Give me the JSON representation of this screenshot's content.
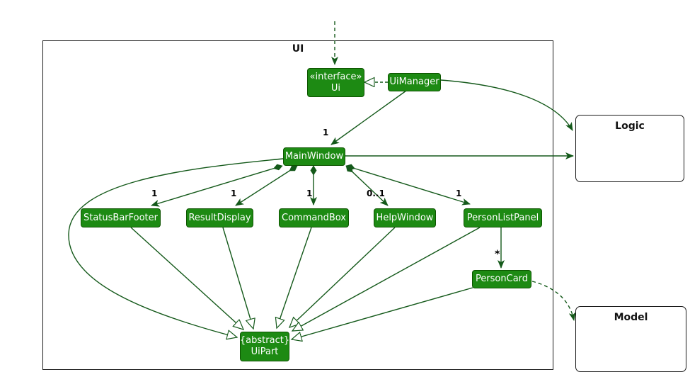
{
  "frame": {
    "label": "UI"
  },
  "classes": {
    "ui_interface": {
      "stereotype": "«interface»",
      "name": "Ui"
    },
    "ui_manager": {
      "name": "UiManager"
    },
    "main_window": {
      "name": "MainWindow"
    },
    "status_bar_footer": {
      "name": "StatusBarFooter"
    },
    "result_display": {
      "name": "ResultDisplay"
    },
    "command_box": {
      "name": "CommandBox"
    },
    "help_window": {
      "name": "HelpWindow"
    },
    "person_list_panel": {
      "name": "PersonListPanel"
    },
    "person_card": {
      "name": "PersonCard"
    },
    "ui_part": {
      "stereotype": "{abstract}",
      "name": "UiPart"
    }
  },
  "external_boxes": {
    "logic": {
      "label": "Logic"
    },
    "model": {
      "label": "Model"
    }
  },
  "multiplicities": {
    "uimanager_to_mainwindow": "1",
    "mainwindow_to_statusbarfooter": "1",
    "mainwindow_to_resultdisplay": "1",
    "mainwindow_to_commandbox": "1",
    "mainwindow_to_helpwindow": "0..1",
    "mainwindow_to_personlistpanel": "1",
    "personlistpanel_to_personcard": "*"
  },
  "colors": {
    "class_fill": "#1D8A13",
    "class_border": "#0D5400",
    "connector": "#14591A",
    "frame_border": "#1A1A1A",
    "class_text": "#FFFFFF",
    "label_text": "#000000"
  }
}
